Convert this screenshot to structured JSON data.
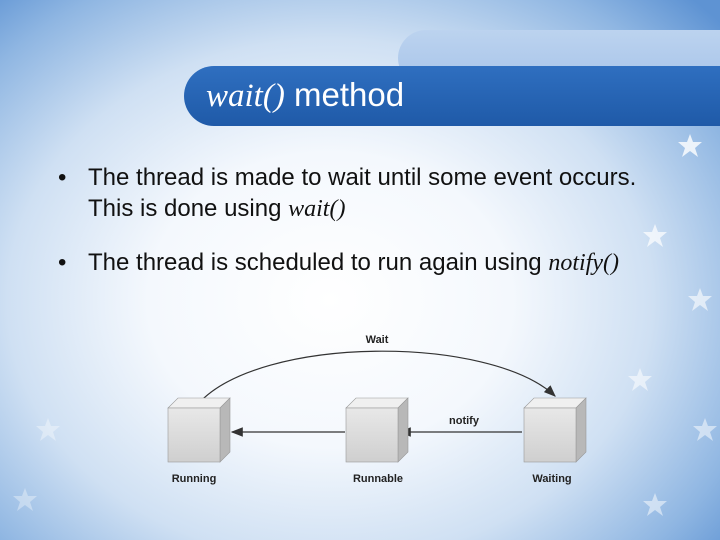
{
  "slide": {
    "title_code": "wait()",
    "title_text": " method",
    "bullets": [
      {
        "marker": "•",
        "text": "The thread is made to wait until some event occurs. This is done using ",
        "code": "wait()"
      },
      {
        "marker": "•",
        "text": "The thread is scheduled to run again using ",
        "code": "notify()"
      }
    ]
  },
  "diagram": {
    "states": [
      "Running",
      "Runnable",
      "Waiting"
    ],
    "wait_label": "Wait",
    "notify_label": "notify"
  },
  "colors": {
    "title_band": "#2866b8",
    "cube_face": "#dcdcdc",
    "arrow": "#333333"
  },
  "decorations": {
    "icon": "leaf-star-icon"
  }
}
